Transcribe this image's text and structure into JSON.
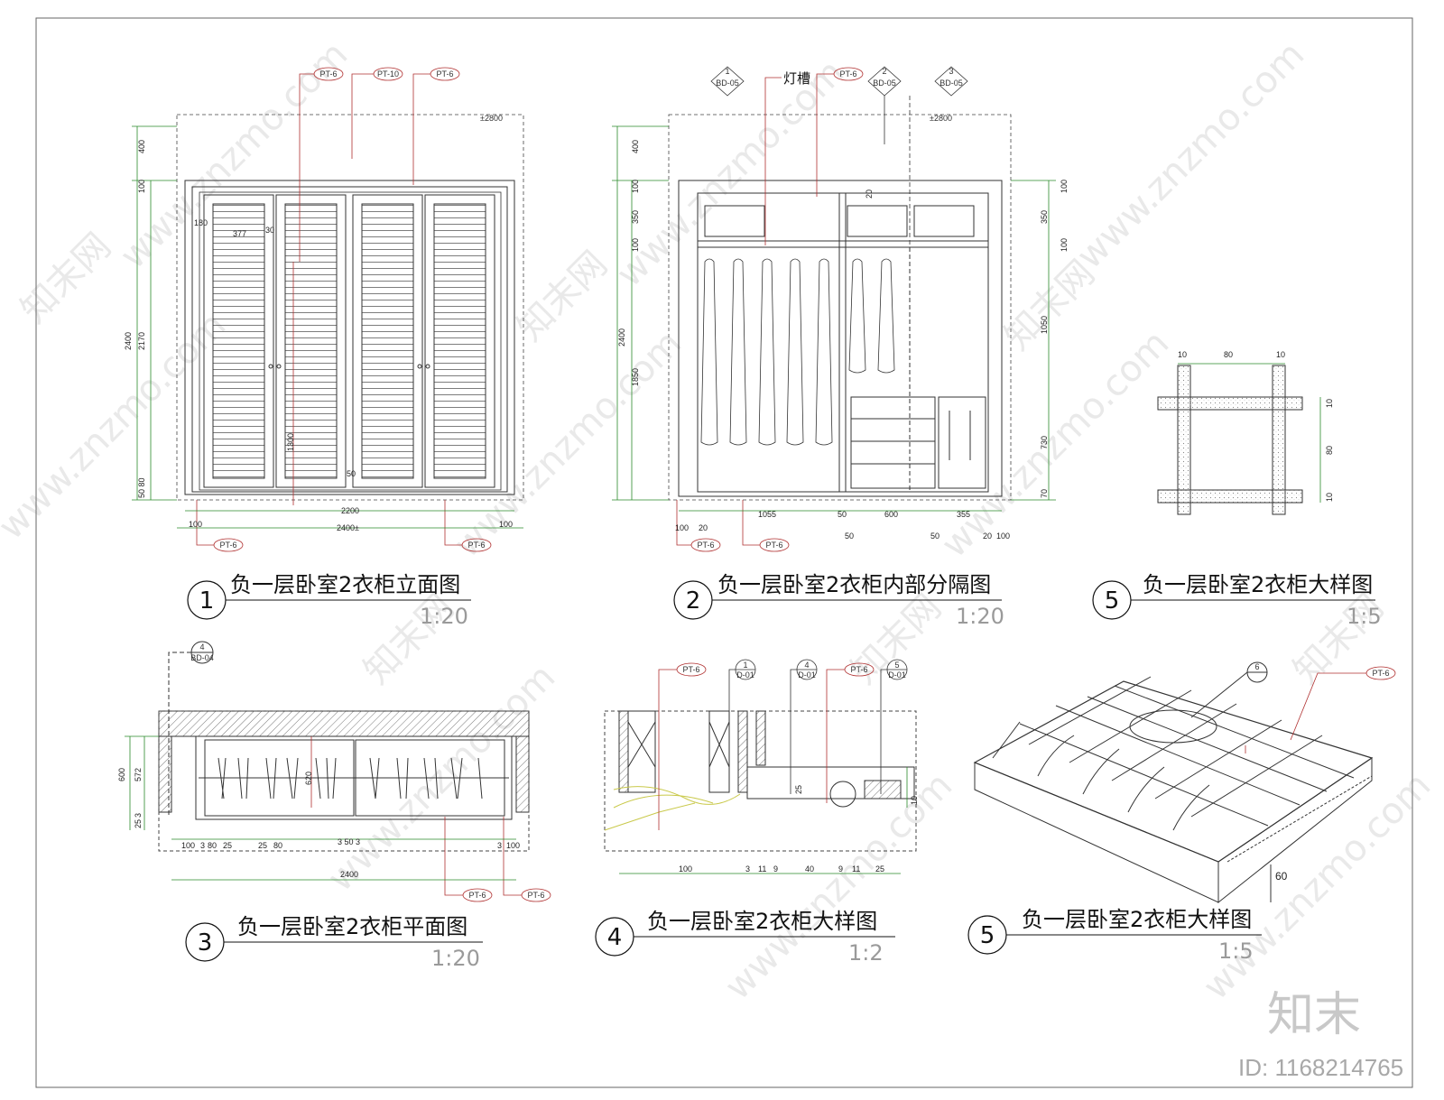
{
  "drawings": [
    {
      "num": "1",
      "title": "负一层卧室2衣柜立面图",
      "scale": "1:20"
    },
    {
      "num": "2",
      "title": "负一层卧室2衣柜内部分隔图",
      "scale": "1:20"
    },
    {
      "num": "5",
      "title": "负一层卧室2衣柜大样图",
      "scale": "1:5"
    },
    {
      "num": "3",
      "title": "负一层卧室2衣柜平面图",
      "scale": "1:20"
    },
    {
      "num": "4",
      "title": "负一层卧室2衣柜大样图",
      "scale": "1:2"
    },
    {
      "num": "5",
      "title": "负一层卧室2衣柜大样图",
      "scale": "1:5"
    }
  ],
  "tags": {
    "pt6": "PT-6",
    "pt10": "PT-10",
    "light_slot": "灯槽",
    "bd05": "BD-05",
    "bd04": "BD-04",
    "d01": "D-01",
    "sec1": "1",
    "sec2": "2",
    "sec3": "3",
    "sec4": "4",
    "sec5": "5",
    "sec6": "6",
    "level": "±2800"
  },
  "dims": {
    "d400": "400",
    "d100": "100",
    "d2400": "2400",
    "d2170": "2170",
    "d180": "180",
    "d377": "377",
    "d30": "30",
    "d1300": "1300",
    "d50": "50",
    "d5080": "50 80",
    "d2200": "2200",
    "d2400pm": "2400±",
    "d350": "350",
    "d1850": "1850",
    "d20": "20",
    "d1050": "1050",
    "d730": "730",
    "d70": "70",
    "d1055": "1055",
    "d600": "600",
    "d355": "355",
    "d10": "10",
    "d80": "80",
    "d572": "572",
    "d25": "25",
    "d3": "3",
    "d3350": "3 50 3",
    "d620": "620",
    "d11": "11",
    "d9": "9",
    "d40": "40",
    "d60": "60"
  },
  "watermark": {
    "site": "www.znzmo.com",
    "brand": "知末网",
    "logo": "知末",
    "id": "ID: 1168214765"
  }
}
